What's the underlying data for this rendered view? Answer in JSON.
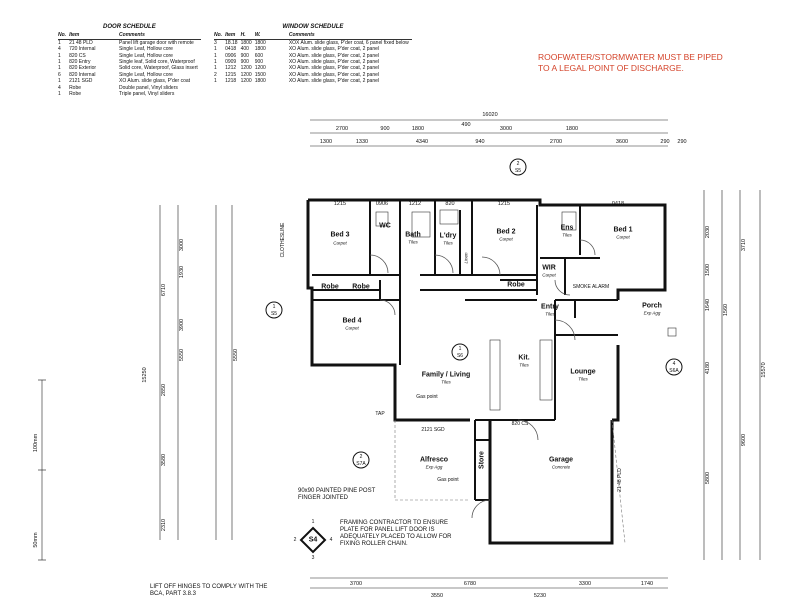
{
  "door_schedule": {
    "title": "DOOR SCHEDULE",
    "headers": [
      "No.",
      "Item",
      "Comments"
    ],
    "rows": [
      [
        "1",
        "21 48 PLD",
        "Panel lift garage door with remote"
      ],
      [
        "4",
        "720 Internal",
        "Single Leaf, Hollow core"
      ],
      [
        "1",
        "820 CS",
        "Single Leaf, Hollow core"
      ],
      [
        "1",
        "820 Entry",
        "Single leaf, Solid core, Waterproof"
      ],
      [
        "1",
        "820 Exterior",
        "Solid core, Waterproof, Glass insert"
      ],
      [
        "6",
        "820 Internal",
        "Single Leaf, Hollow core"
      ],
      [
        "1",
        "2121 SGD",
        "XO Alum. slide glass, P'der coat"
      ],
      [
        "4",
        "Robe",
        "Double panel, Vinyl sliders"
      ],
      [
        "1",
        "Robe",
        "Triple panel, Vinyl sliders"
      ]
    ]
  },
  "window_schedule": {
    "title": "WINDOW SCHEDULE",
    "headers": [
      "No.",
      "Item",
      "H.",
      "W.",
      "Comments"
    ],
    "rows": [
      [
        "3",
        "18.18",
        "1800",
        "1800",
        "XOX Alum. slide glass, P'der coat, 6 panel fixed below"
      ],
      [
        "1",
        "0418",
        "400",
        "1800",
        "XO Alum. slide glass, P'der coat, 2 panel"
      ],
      [
        "1",
        "0906",
        "900",
        "600",
        "XO Alum. slide glass, P'der coat, 2 panel"
      ],
      [
        "1",
        "0909",
        "900",
        "900",
        "XO Alum. slide glass, P'der coat, 2 panel"
      ],
      [
        "1",
        "1212",
        "1200",
        "1200",
        "XO Alum. slide glass, P'der coat, 2 panel"
      ],
      [
        "2",
        "1215",
        "1200",
        "1500",
        "XO Alum. slide glass, P'der coat, 2 panel"
      ],
      [
        "1",
        "1218",
        "1200",
        "1800",
        "XO Alum. slide glass, P'der coat, 2 panel"
      ]
    ]
  },
  "roof_note": [
    "ROOFWATER/STORMWATER MUST BE PIPED",
    "TO A LEGAL POINT OF DISCHARGE."
  ],
  "rooms": {
    "bed3": "Bed 3",
    "bed3_floor": "Carpet",
    "wc": "WC",
    "bath": "Bath",
    "bath_floor": "Tiles",
    "ldry": "L'dry",
    "ldry_floor": "Tiles",
    "bed2": "Bed 2",
    "bed2_floor": "Carpet",
    "ens": "Ens",
    "ens_floor": "Tiles",
    "bed1": "Bed 1",
    "bed1_floor": "Carpet",
    "wir": "WIR",
    "wir_floor": "Carpet",
    "robe": "Robe",
    "entry": "Entry",
    "entry_floor": "Tiles",
    "porch": "Porch",
    "porch_floor": "Exp Agg",
    "bed4": "Bed 4",
    "bed4_floor": "Carpet",
    "kit": "Kit.",
    "kit_floor": "Tiles",
    "family": "Family / Living",
    "family_floor": "Tiles",
    "lounge": "Lounge",
    "lounge_floor": "Tiles",
    "alfresco": "Alfresco",
    "alfresco_floor": "Exp Agg",
    "store": "Store",
    "garage": "Garage",
    "garage_floor": "Concrete",
    "linen": "Linen"
  },
  "labels": {
    "gas_point": "Gas point",
    "gas_point2": "Gas point",
    "sgd": "2121 SGD",
    "cs": "820 CS",
    "pld": "21 48 PLD",
    "clothesline": "CLOTHESLINE",
    "tap": "TAP",
    "post_note": [
      "90x90 PAINTED PINE POST",
      "FINGER JOINTED"
    ],
    "framing_note": [
      "FRAMING CONTRACTOR TO ENSURE",
      "PLATE FOR PANEL LIFT DOOR IS",
      "ADEQUATELY PLACED TO ALLOW FOR",
      "FIXING ROLLER CHAIN."
    ],
    "hinge_note": [
      "LIFT OFF HINGES TO COMPLY WITH THE",
      "BCA, PART 3.8.3"
    ],
    "smoke_alarm": "SMOKE ALARM"
  },
  "section_tags": {
    "s5_top": {
      "num": "2",
      "ref": "S5"
    },
    "s5_left": {
      "num": "1",
      "ref": "S5"
    },
    "s6": {
      "num": "1",
      "ref": "S6"
    },
    "s6a": {
      "num": "4",
      "ref": "S6A"
    },
    "s7a": {
      "num": "2",
      "ref": "S7A"
    },
    "s4": {
      "ref": "S4",
      "n1": "1",
      "n2": "2",
      "n3": "3",
      "n4": "4"
    }
  },
  "dimensions_top": {
    "overall": "16020",
    "row1": [
      "2700",
      "900",
      "1800",
      "490",
      "3000",
      "1800",
      "3600"
    ],
    "row2": [
      "1300",
      "1330",
      "4340",
      "940",
      "2700",
      "290",
      "290"
    ],
    "windows": [
      "1215",
      "0906",
      "1212",
      "820",
      "1215",
      "0418"
    ]
  },
  "dimensions_bottom": [
    "3700",
    "6780",
    "3300",
    "1740",
    "3550",
    "5230"
  ],
  "dimensions_right": [
    "2030",
    "3710",
    "1500",
    "1640",
    "1560",
    "4180",
    "15570",
    "9600",
    "5800"
  ],
  "dimensions_left": [
    "15250",
    "6710",
    "5550",
    "5550",
    "3900",
    "2850",
    "3580",
    "2310",
    "3000",
    "1930"
  ],
  "scale": [
    "100mm",
    "50mm"
  ]
}
